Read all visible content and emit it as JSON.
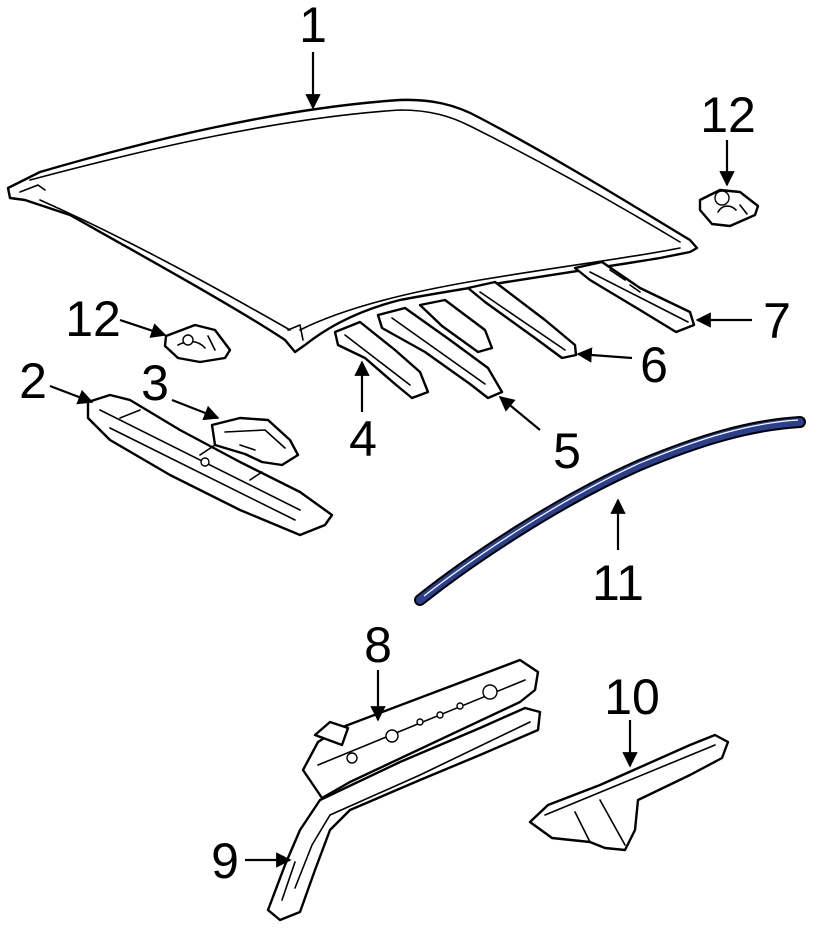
{
  "colors": {
    "line": "#000000",
    "background": "#ffffff",
    "highlight_part": "#2b3f8f"
  },
  "callouts": [
    {
      "id": "1",
      "label": "1"
    },
    {
      "id": "12a",
      "label": "12"
    },
    {
      "id": "12b",
      "label": "12"
    },
    {
      "id": "2",
      "label": "2"
    },
    {
      "id": "3",
      "label": "3"
    },
    {
      "id": "4",
      "label": "4"
    },
    {
      "id": "5",
      "label": "5"
    },
    {
      "id": "6",
      "label": "6"
    },
    {
      "id": "7",
      "label": "7"
    },
    {
      "id": "11",
      "label": "11"
    },
    {
      "id": "8",
      "label": "8"
    },
    {
      "id": "10",
      "label": "10"
    },
    {
      "id": "9",
      "label": "9"
    }
  ]
}
